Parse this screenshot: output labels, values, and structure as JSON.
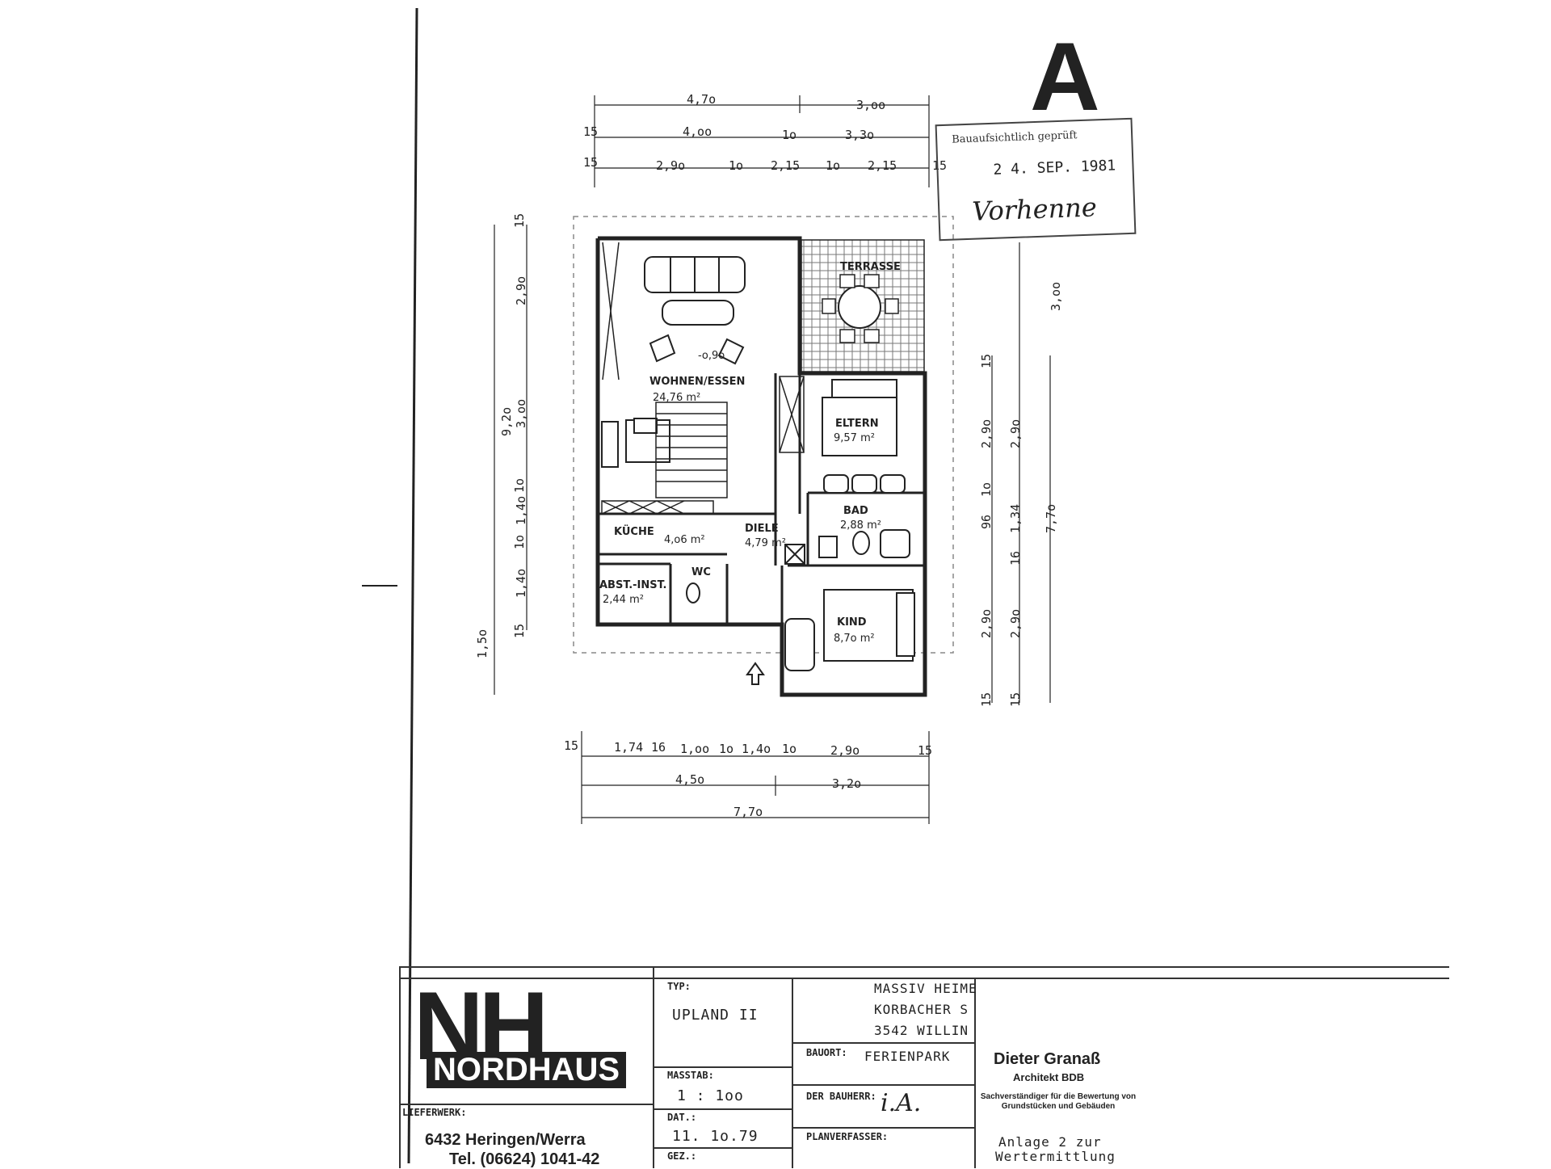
{
  "stamp": {
    "letter": "A",
    "line1": "Bauaufsichtlich geprüft",
    "date": "2 4. SEP. 1981",
    "signature": "Vorhenne"
  },
  "dimensions": {
    "top_row1": [
      "4,7o",
      "3,oo"
    ],
    "top_row2": [
      "15",
      "4,oo",
      "1o",
      "3,3o"
    ],
    "top_row3": [
      "15",
      "2,9o",
      "1o",
      "2,15",
      "1o",
      "2,15",
      "15"
    ],
    "bottom_row1": [
      "15",
      "1,74",
      "16",
      "1,oo",
      "1o",
      "1,4o",
      "1o",
      "2,9o",
      "15"
    ],
    "bottom_row2": [
      "4,5o",
      "3,2o"
    ],
    "bottom_row3": [
      "7,7o"
    ],
    "left_outer": [
      "9,2o",
      "1,5o"
    ],
    "left_inner": [
      "15",
      "2,9o",
      "3,oo",
      "1o",
      "1,4o",
      "1o",
      "1,4o",
      "15"
    ],
    "right_outer": [
      "3,oo",
      "7,7o"
    ],
    "right_inner": [
      "15",
      "2,9o",
      "2,9o",
      "1o",
      "96",
      "1,34",
      "16",
      "2,9o",
      "2,9o",
      "15",
      "15"
    ]
  },
  "rooms": [
    {
      "name": "TERRASSE",
      "area": ""
    },
    {
      "name": "WOHNEN/ESSEN",
      "area": "24,76 m²"
    },
    {
      "name": "ELTERN",
      "area": "9,57 m²"
    },
    {
      "name": "BAD",
      "area": "2,88 m²"
    },
    {
      "name": "DIELE",
      "area": "4,79 m²"
    },
    {
      "name": "KÜCHE",
      "area": "4,o6 m²"
    },
    {
      "name": "WC",
      "area": ""
    },
    {
      "name": "ABST.-INST.",
      "area": "2,44 m²"
    },
    {
      "name": "KIND",
      "area": "8,7o m²"
    }
  ],
  "level_mark": "-o,9o",
  "titleblock": {
    "logo_letters": "NH",
    "logo_word": "NORDHAUS",
    "typ_label": "TYP:",
    "typ_value": "UPLAND II",
    "masstab_label": "MASSTAB:",
    "masstab_value": "1 : 1oo",
    "lieferwerk_label": "LIEFERWERK:",
    "lieferwerk_value": "6432 Heringen/Werra",
    "tel_value": "Tel. (06624) 1041-42",
    "dat_label": "DAT.:",
    "dat_value": "11. 1o.79",
    "gez_label": "GEZ.:",
    "client_line1": "MASSIV HEIME",
    "client_line2": "KORBACHER S",
    "client_line3": "3542 WILLIN",
    "bauort_label": "BAUORT:",
    "bauort_value": "FERIENPARK",
    "bauherr_label": "DER BAUHERR:",
    "bauherr_value": "i.A.",
    "planverfasser_label": "PLANVERFASSER:",
    "architect_name": "Dieter Granaß",
    "architect_title": "Architekt BDB",
    "architect_desc": "Sachverständiger für die Bewertung von Grundstücken und Gebäuden",
    "annex_line1": "Anlage 2 zur",
    "annex_line2": "Wertermittlung"
  }
}
